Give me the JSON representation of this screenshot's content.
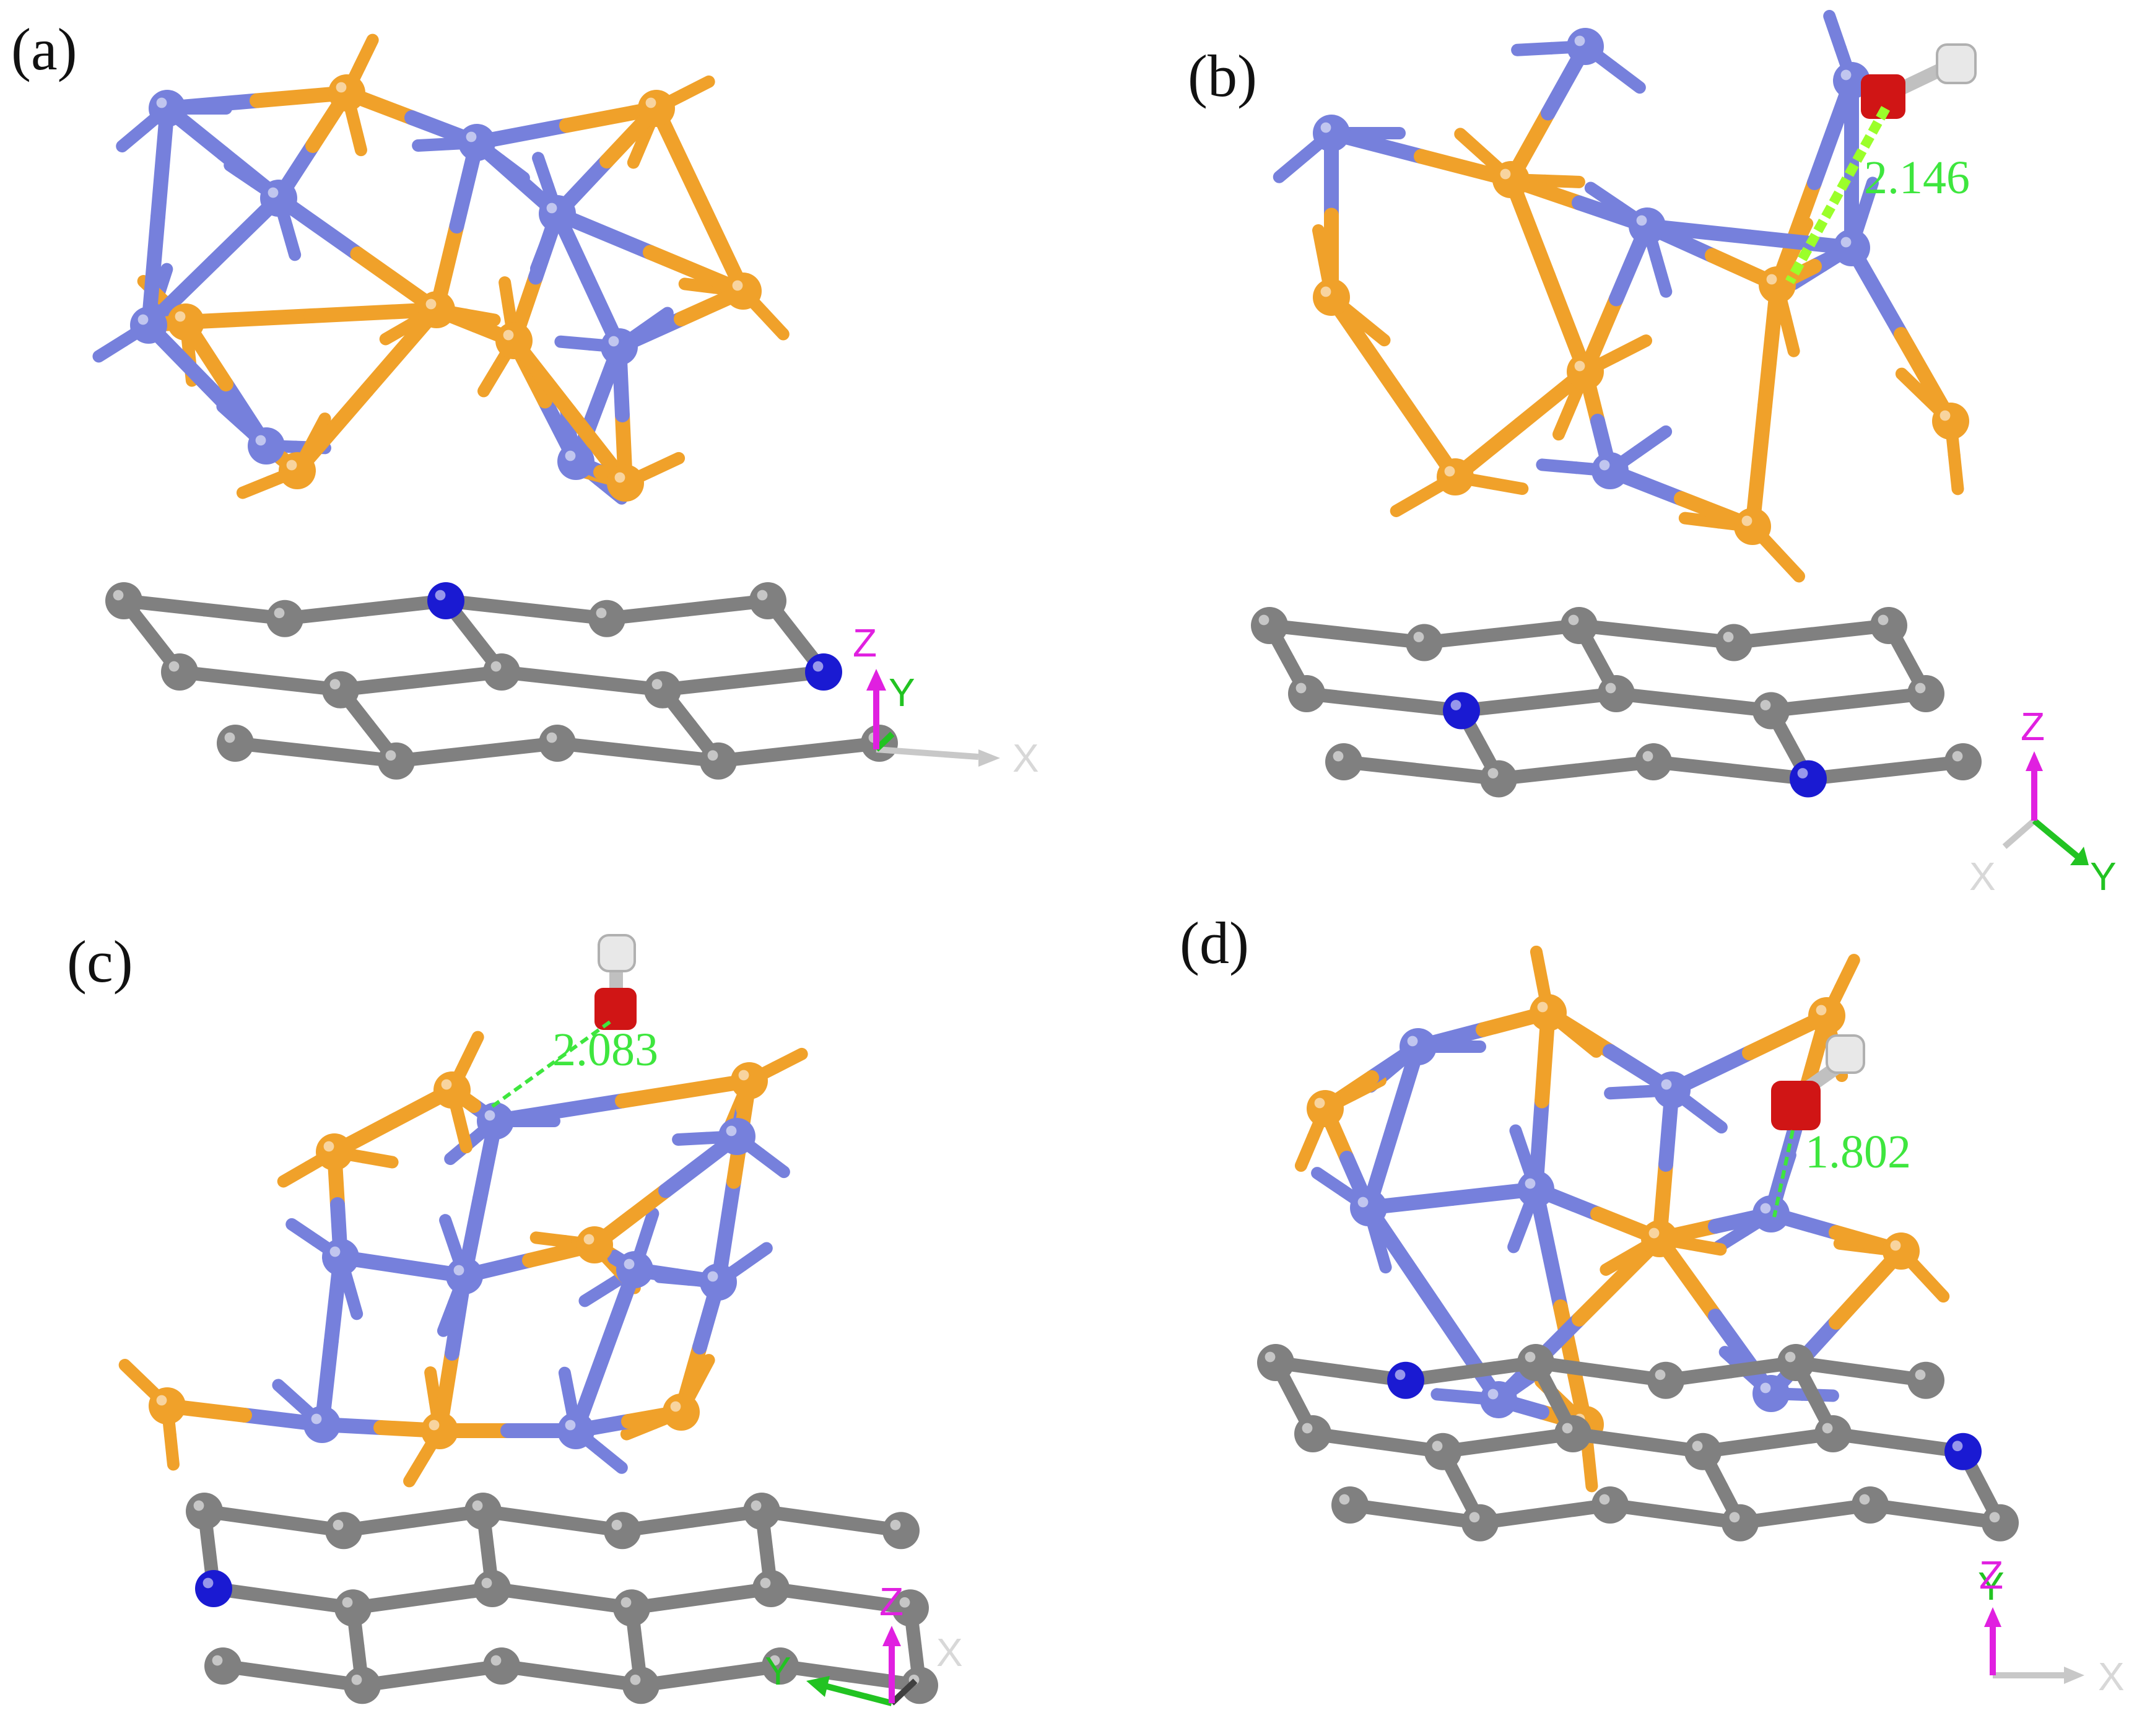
{
  "figure": {
    "colors": {
      "metal_a": "#7680dc",
      "metal_b": "#f0a12a",
      "carbon": "#808080",
      "nitrogen": "#1a1ad2",
      "oxygen": "#d01515",
      "hydrogen": "#e8e8e8",
      "distance": "#3ee63e",
      "axis_x": "#c8c8c8",
      "axis_y": "#22c322",
      "axis_z": "#e020e0"
    },
    "panels": [
      {
        "label": "(a)",
        "distance": "",
        "axes": {
          "x": "X",
          "y": "Y",
          "z": "Z"
        }
      },
      {
        "label": "(b)",
        "distance": "2.146",
        "axes": {
          "x": "X",
          "y": "Y",
          "z": "Z"
        }
      },
      {
        "label": "(c)",
        "distance": "2.083",
        "axes": {
          "x": "X",
          "y": "Y",
          "z": "Z"
        }
      },
      {
        "label": "(d)",
        "distance": "1.802",
        "axes": {
          "x": "X",
          "y": "Y",
          "z": "Z"
        }
      }
    ]
  }
}
